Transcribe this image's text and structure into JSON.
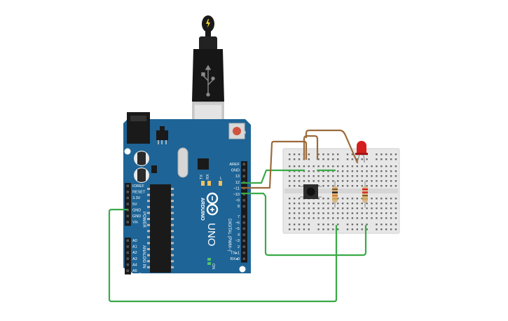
{
  "board": {
    "name": "UNO",
    "brand": "ARDUINO",
    "color": "#1e6496",
    "digital_header_label": "DIGITAL (PWM~)",
    "power_header_label": "POWER",
    "analog_header_label": "ANALOG IN",
    "on_label": "ON",
    "led_labels": [
      "L",
      "TX",
      "RX"
    ],
    "digital_pins": [
      "AREF",
      "GND",
      "13",
      "12",
      "~11",
      "~10",
      "~9",
      "8",
      "7",
      "~6",
      "~5",
      "4",
      "~3",
      "2",
      "TX▸1",
      "RX◂0"
    ],
    "power_pins": [
      "IOREF",
      "RESET",
      "3.3V",
      "5V",
      "GND",
      "GND",
      "Vin"
    ],
    "analog_pins": [
      "A0",
      "A1",
      "A2",
      "A3",
      "A4",
      "A5"
    ]
  },
  "components": {
    "led_color": "#d41e1e",
    "wire_green": "#3aaa48",
    "wire_brown": "#9c6a3a",
    "resistor_1_bands": [
      "#8a5a1e",
      "#1a1a1a",
      "#e07820",
      "#c9a04a"
    ],
    "resistor_2_bands": [
      "#d81e1e",
      "#d81e1e",
      "#8a5a1e",
      "#c9a04a"
    ]
  },
  "icons": {
    "usb": "usb-icon",
    "power_bolt": "lightning-icon",
    "arduino_logo": "infinity-logo-icon"
  }
}
